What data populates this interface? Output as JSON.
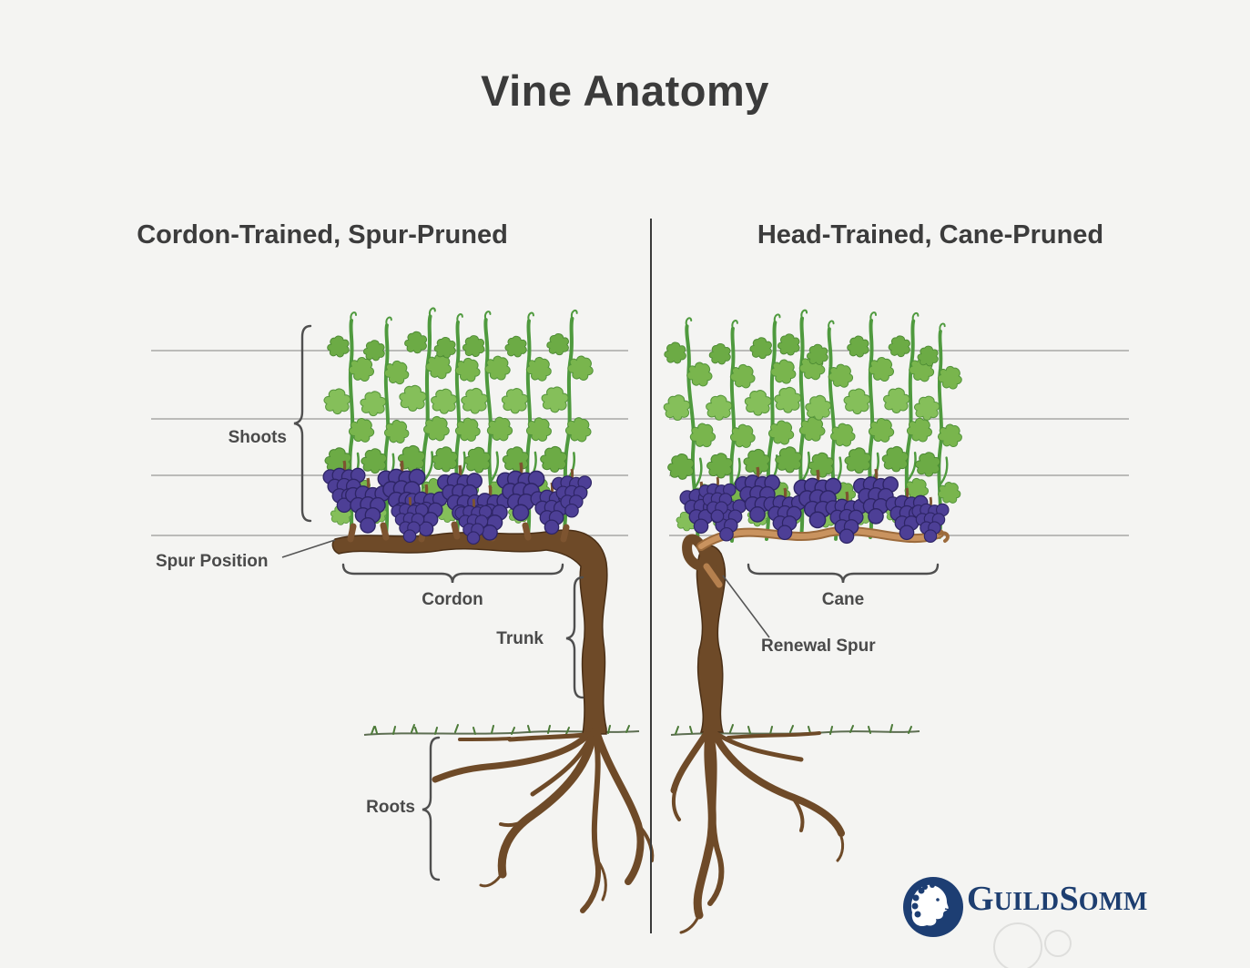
{
  "title": "Vine Anatomy",
  "left_panel": {
    "heading": "Cordon-Trained, Spur-Pruned",
    "labels": {
      "shoots": "Shoots",
      "spur_position": "Spur Position",
      "cordon": "Cordon",
      "trunk": "Trunk",
      "roots": "Roots"
    }
  },
  "right_panel": {
    "heading": "Head-Trained, Cane-Pruned",
    "labels": {
      "cane": "Cane",
      "renewal_spur": "Renewal Spur"
    }
  },
  "logo": {
    "name": "GuildSomm",
    "part1_initial": "G",
    "part1_rest": "UILD",
    "part2_initial": "S",
    "part2_rest": "OMM"
  },
  "colors": {
    "background": "#f4f4f2",
    "heading_text": "#3c3c3c",
    "label_text": "#4a4a4a",
    "shoot_green": "#4f9a3e",
    "leaf_green": "#79b54d",
    "grape_purple": "#4d3f96",
    "wood_brown": "#6e4a28",
    "cane_tan": "#c9935f",
    "wire_gray": "#a8a8a6",
    "logo_navy": "#1d3e70"
  }
}
